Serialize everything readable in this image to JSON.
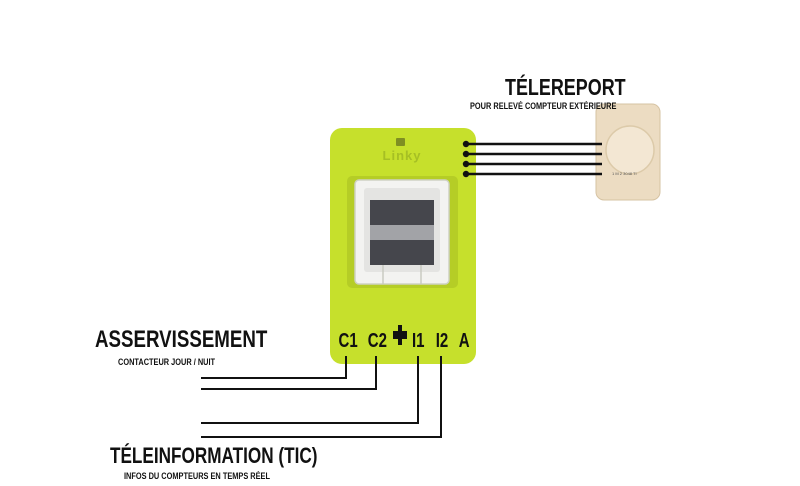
{
  "telereport": {
    "title": "TÉLEREPORT",
    "subtitle": "POUR RELEVÉ COMPTEUR EXTÉRIEURE"
  },
  "meter": {
    "brand": "Linky",
    "terminals": [
      "C1",
      "C2",
      "I1",
      "I2",
      "A"
    ]
  },
  "remote_device": {
    "label": "1 M 2 3048 TI"
  },
  "asservissement": {
    "title": "ASSERVISSEMENT",
    "subtitle": "CONTACTEUR JOUR / NUIT"
  },
  "teleinformation": {
    "title": "TÉLEINFORMATION (TIC)",
    "subtitle": "INFOS DU COMPTEURS EN TEMPS RÉEL"
  },
  "colors": {
    "meter_body": "#c6e02c",
    "device_body": "#ecdcc2",
    "wire": "#111111"
  }
}
